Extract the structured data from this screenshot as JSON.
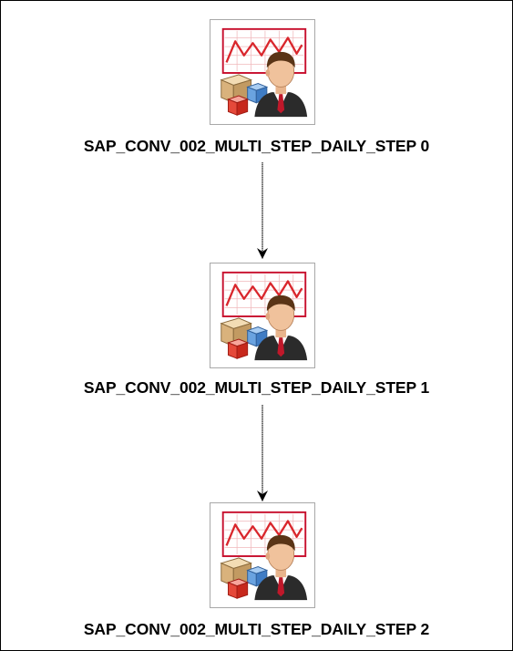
{
  "diagram": {
    "nodes": [
      {
        "label": "SAP_CONV_002_MULTI_STEP_DAILY_STEP 0",
        "icon": "sap-report-user-icon"
      },
      {
        "label": "SAP_CONV_002_MULTI_STEP_DAILY_STEP 1",
        "icon": "sap-report-user-icon"
      },
      {
        "label": "SAP_CONV_002_MULTI_STEP_DAILY_STEP 2",
        "icon": "sap-report-user-icon"
      }
    ],
    "edges": [
      {
        "from": "SAP_CONV_002_MULTI_STEP_DAILY_STEP 0",
        "to": "SAP_CONV_002_MULTI_STEP_DAILY_STEP 1"
      },
      {
        "from": "SAP_CONV_002_MULTI_STEP_DAILY_STEP 1",
        "to": "SAP_CONV_002_MULTI_STEP_DAILY_STEP 2"
      }
    ],
    "colors": {
      "chart_line": "#d9262c",
      "chart_border": "#c8102e",
      "box_border": "#a8a8a8",
      "suit": "#2b2b2b",
      "tie": "#c0182a",
      "cube_tan": "#e6c79a",
      "cube_red": "#e23b2e",
      "cube_blue": "#4a8fd6"
    }
  }
}
